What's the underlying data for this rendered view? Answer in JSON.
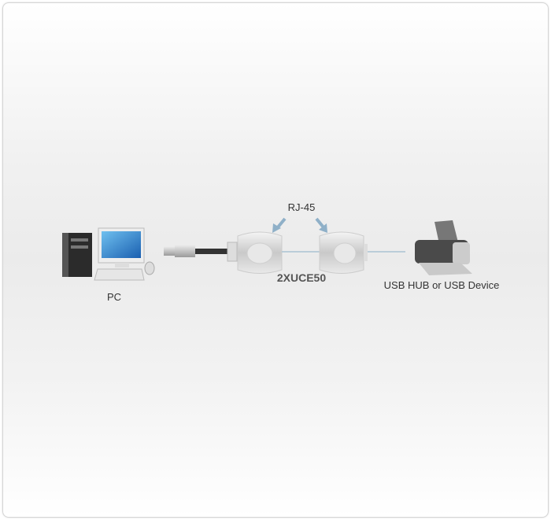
{
  "labels": {
    "pc": "PC",
    "rj45": "RJ-45",
    "model": "2XUCE50",
    "device": "USB HUB or USB Device"
  },
  "colors": {
    "arrow": "#8fb0c8",
    "cable": "#a9c3d3"
  }
}
